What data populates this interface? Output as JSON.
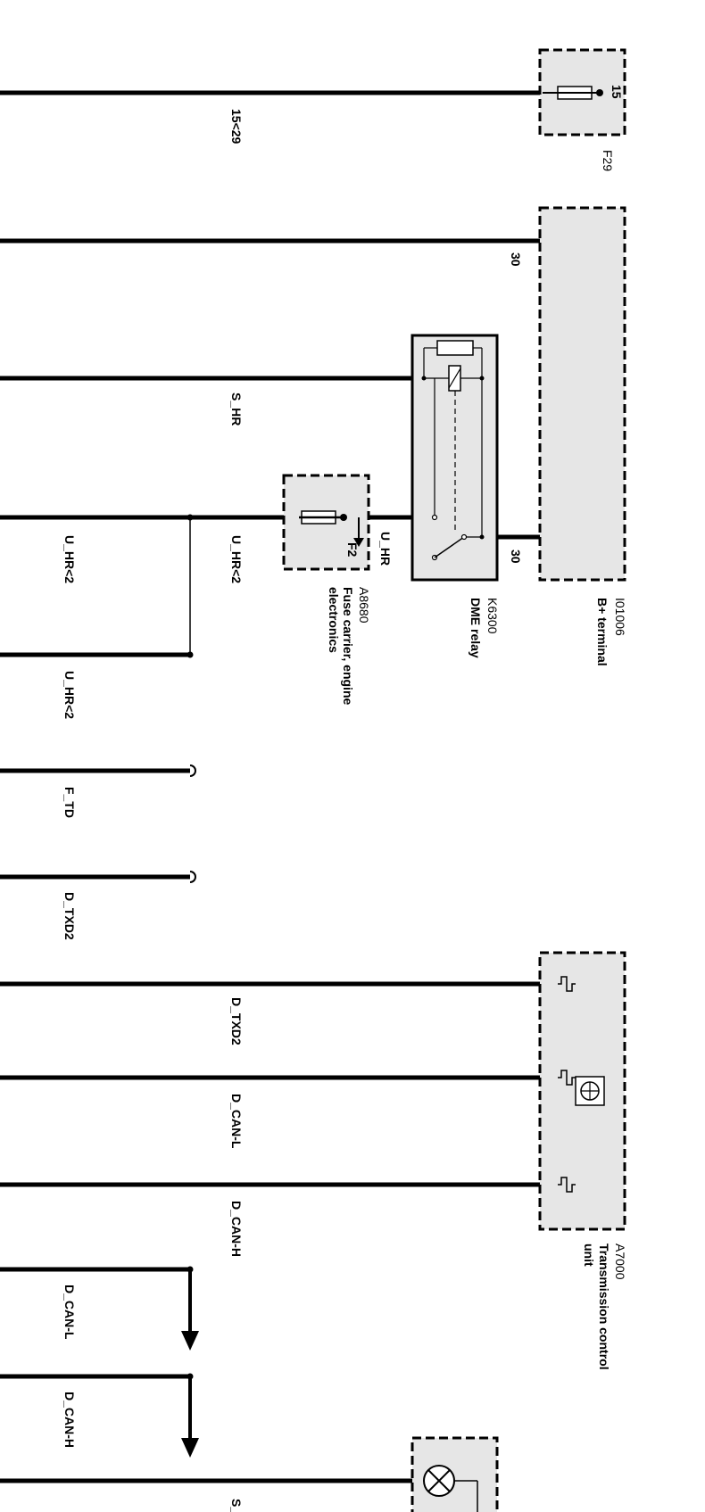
{
  "wires": {
    "w1": "15<29",
    "w2_pin": "30",
    "w3": "S_HR",
    "w4a": "U_HR<2",
    "w4b": "U_HR<2",
    "w4c": "U_HR",
    "w5": "U_HR<2",
    "w6": "F_TD",
    "w7": "D_TXD2",
    "w8": "D_TXD2",
    "w9": "D_CAN-L",
    "w10": "D_CAN-H",
    "w11": "D_CAN-L",
    "w12": "D_CAN-H",
    "w13": "S_"
  },
  "components": {
    "f29": {
      "pin": "15",
      "id": "F29"
    },
    "i01006": {
      "id": "I01006",
      "name": "B+ terminal",
      "pin": "30"
    },
    "k6300": {
      "id": "K6300",
      "name": "DME relay"
    },
    "a8680": {
      "id": "A8680",
      "fuse": "F2",
      "name_line1": "Fuse carrier, engine",
      "name_line2": "electronics"
    },
    "a7000": {
      "id": "A7000",
      "name_line1": "Transmission control",
      "name_line2": "unit"
    }
  },
  "colors": {
    "line": "#000000",
    "component_fill": "#e6e6e6"
  }
}
